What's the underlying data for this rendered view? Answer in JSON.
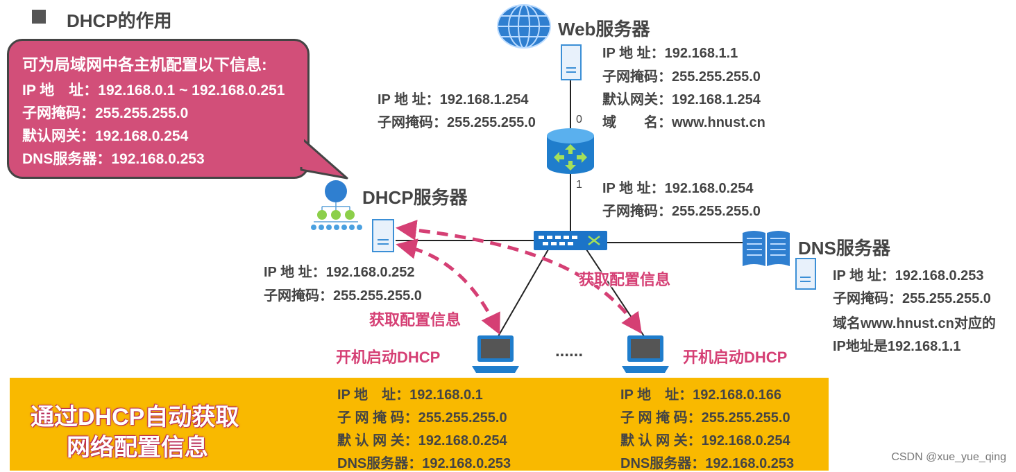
{
  "title": "DHCP的作用",
  "bubble_lines": [
    "可为局域网中各主机配置以下信息:",
    "IP 地　址：192.168.0.1 ~ 192.168.0.251",
    "子网掩码：255.255.255.0",
    "默认网关：192.168.0.254",
    "DNS服务器：192.168.0.253"
  ],
  "web_server": {
    "name": "Web服务器",
    "info": [
      "IP 地 址：192.168.1.1",
      "子网掩码：255.255.255.0",
      "默认网关：192.168.1.254",
      "域　　名：www.hnust.cn"
    ]
  },
  "router": {
    "port0": "0",
    "port1": "1",
    "iface0": [
      "IP 地 址：192.168.1.254",
      "子网掩码：255.255.255.0"
    ],
    "iface1": [
      "IP 地 址：192.168.0.254",
      "子网掩码：255.255.255.0"
    ]
  },
  "dhcp_server": {
    "name": "DHCP服务器",
    "info": [
      "IP 地 址：192.168.0.252",
      "子网掩码：255.255.255.0"
    ]
  },
  "dns_server": {
    "name": "DNS服务器",
    "info": [
      "IP 地 址：192.168.0.253",
      "子网掩码：255.255.255.0",
      "域名www.hnust.cn对应的",
      "IP地址是192.168.1.1"
    ]
  },
  "get_config_label": "获取配置信息",
  "boot_label": "开机启动DHCP",
  "ellipsis": "......",
  "host_left": [
    "IP 地　址：192.168.0.1",
    "子 网 掩 码：255.255.255.0",
    "默 认 网 关：192.168.0.254",
    "DNS服务器：192.168.0.253"
  ],
  "host_right": [
    "IP 地　址：192.168.0.166",
    "子 网 掩 码：255.255.255.0",
    "默 认 网 关：192.168.0.254",
    "DNS服务器：192.168.0.253"
  ],
  "bottom_text": [
    "通过DHCP自动获取",
    "网络配置信息"
  ],
  "watermark": "CSDN @xue_yue_qing",
  "colors": {
    "bubble": "#d24f79",
    "band": "#f9b900",
    "accent_pink": "#d53f74",
    "device_blue": "#3b8fd6",
    "switch_blue": "#1c74c8"
  }
}
